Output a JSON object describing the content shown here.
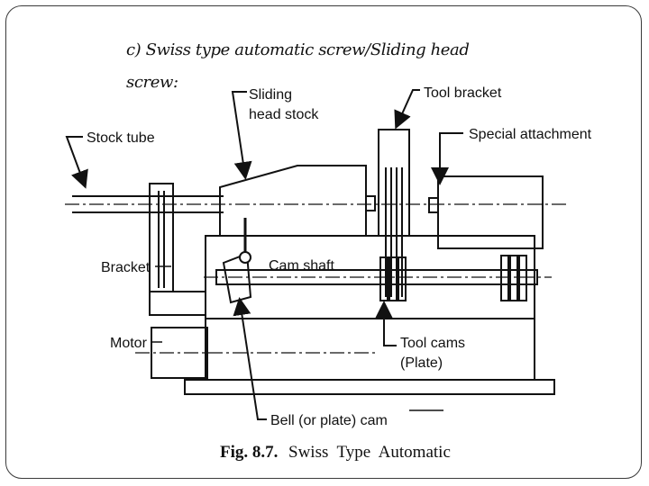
{
  "slide": {
    "title_line1": "c) Swiss type automatic screw/Sliding head",
    "title_line2": "screw:"
  },
  "figure": {
    "caption_number": "Fig. 8.7.",
    "caption_text": "Swiss  Type  Automatic",
    "labels": {
      "sliding_head_stock_1": "Sliding",
      "sliding_head_stock_2": "head stock",
      "tool_bracket": "Tool bracket",
      "stock_tube": "Stock tube",
      "special_attachment": "Special attachment",
      "bracket": "Bracket",
      "cam_shaft": "Cam shaft",
      "motor": "Motor",
      "tool_cams_1": "Tool cams",
      "tool_cams_2": "(Plate)",
      "bell_cam": "Bell (or plate) cam"
    }
  }
}
